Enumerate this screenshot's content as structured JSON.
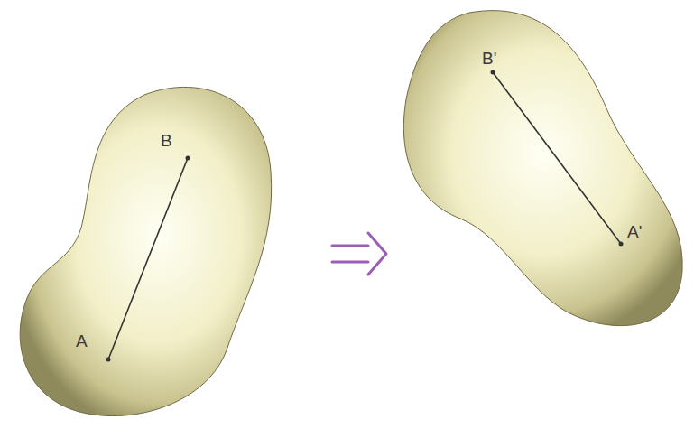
{
  "diagram": {
    "labels": [
      "A",
      "B",
      "B'",
      "A'"
    ]
  }
}
